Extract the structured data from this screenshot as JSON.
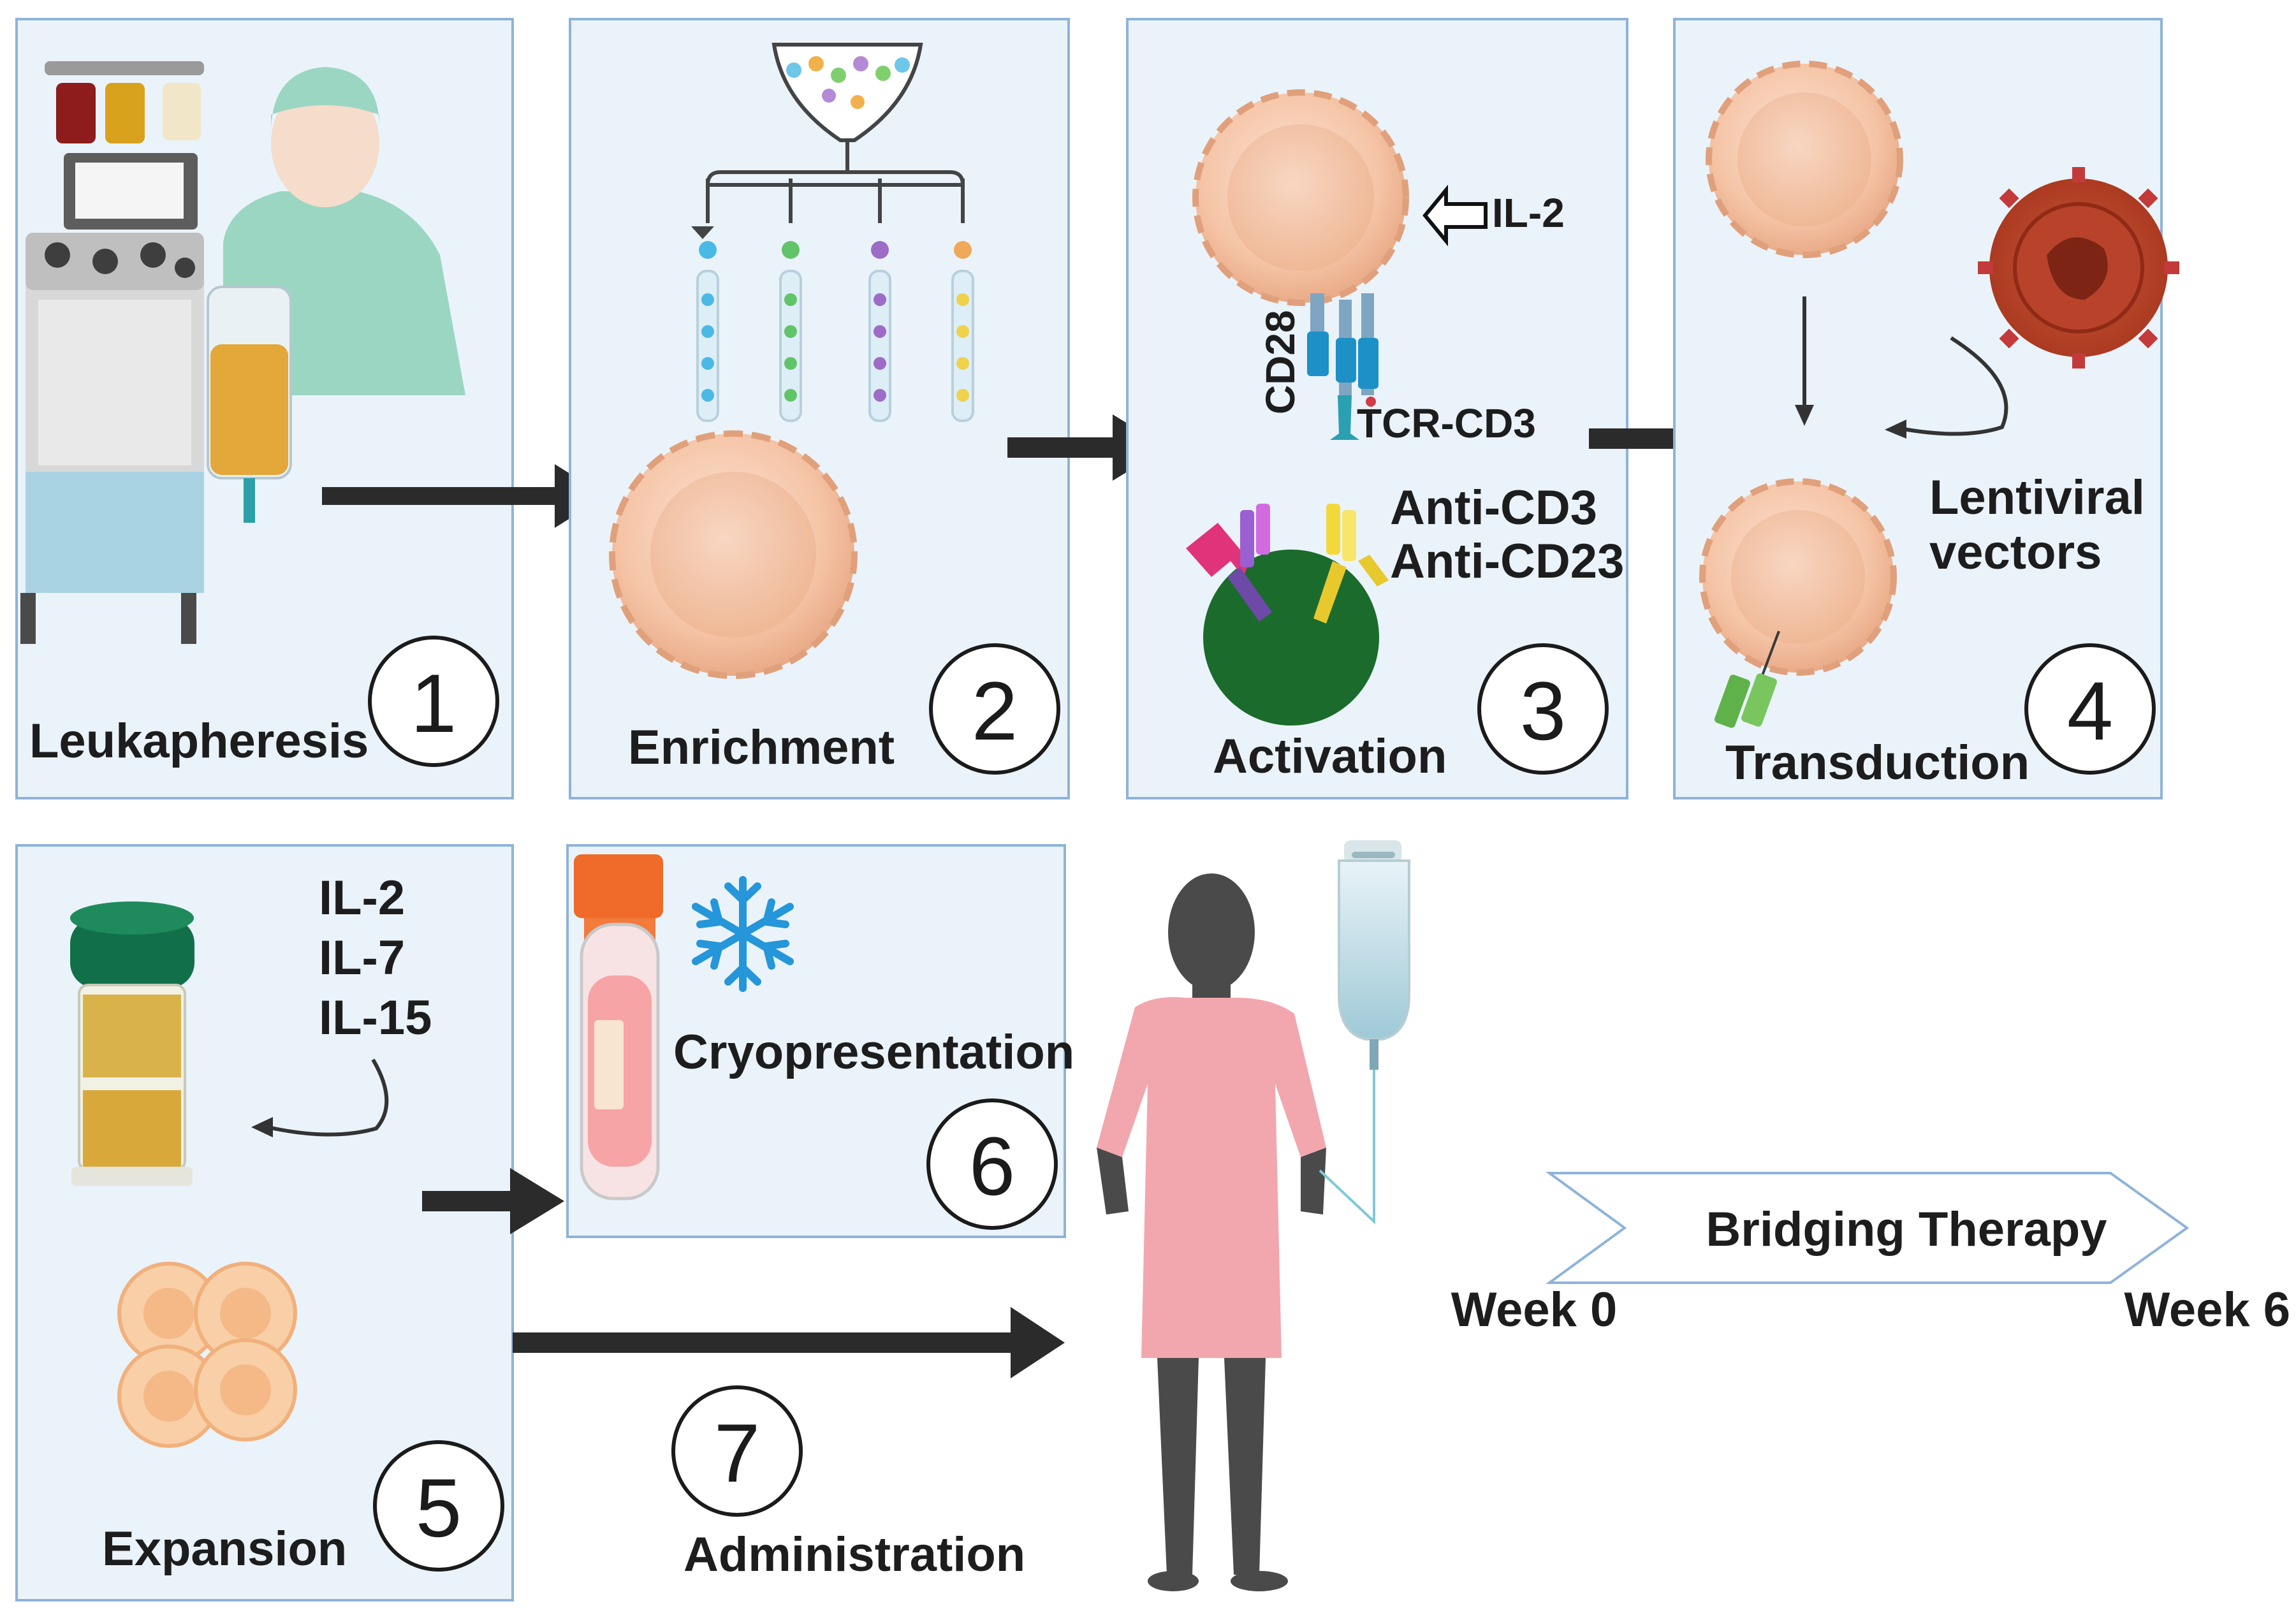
{
  "steps": [
    {
      "number": "1",
      "label": "Leukapheresis"
    },
    {
      "number": "2",
      "label": "Enrichment"
    },
    {
      "number": "3",
      "label": "Activation"
    },
    {
      "number": "4",
      "label": "Transduction"
    },
    {
      "number": "5",
      "label": "Expansion"
    },
    {
      "number": "6",
      "label": "Cryopresentation"
    },
    {
      "number": "7",
      "label": "Administration"
    }
  ],
  "activation": {
    "il2": "IL-2",
    "cd28": "CD28",
    "tcr": "TCR-CD3",
    "anti_cd3": "Anti-CD3",
    "anti_cd23": "Anti-CD23"
  },
  "transduction": {
    "vectors_line1": "Lentiviral",
    "vectors_line2": "vectors"
  },
  "expansion": {
    "cytokines": [
      "IL-2",
      "IL-7",
      "IL-15"
    ]
  },
  "bridging": {
    "label": "Bridging Therapy",
    "start": "Week 0",
    "end": "Week 6"
  },
  "colors": {
    "panel_fill": "#eaf3fa",
    "panel_border": "#8fb3d9",
    "cell": "#f6c9ad",
    "arrow": "#2b2b2b",
    "gown": "#f2a6ae"
  }
}
